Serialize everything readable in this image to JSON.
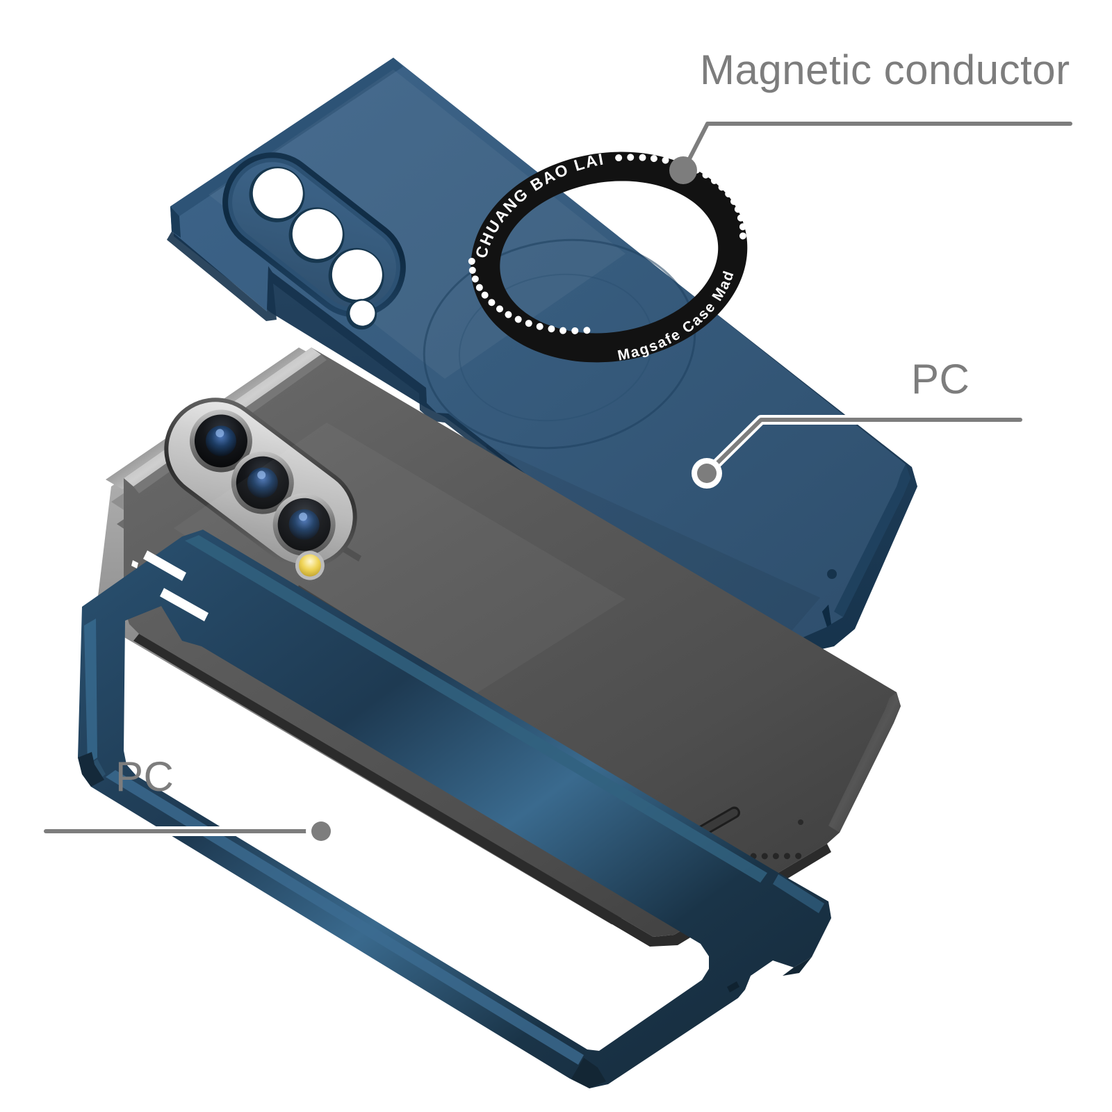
{
  "image": {
    "kind": "product-exploded-view",
    "subject": "Magnetic phone case for foldable phone",
    "background_color": "#ffffff"
  },
  "annotations": [
    {
      "id": "magnetic-conductor",
      "label": "Magnetic conductor",
      "text_color": "#7d7d7d",
      "leader_color": "#7d7d7d",
      "dot_color": "#7d7d7d",
      "target": "magsafe-ring"
    },
    {
      "id": "pc-right",
      "label": "PC",
      "text_color": "#7d7d7d",
      "leader_color": "#7d7d7d",
      "dot_color": "#7d7d7d",
      "target": "case-back-shell"
    },
    {
      "id": "pc-left",
      "label": "PC",
      "text_color": "#7d7d7d",
      "leader_color": "#7d7d7d",
      "dot_color": "#7d7d7d",
      "target": "front-frame"
    }
  ],
  "magsafe_ring": {
    "top_text": "CHUANG BAO LAI",
    "bottom_text": "Magsafe Case Made in China",
    "ring_color": "#121212",
    "text_color": "#ffffff",
    "dots_color": "#ffffff"
  },
  "parts": {
    "case_back": {
      "name": "Magnetic back case",
      "material": "PC",
      "color": "#375c7e",
      "edge_color": "#12324d",
      "camera_cutout_holes": 4
    },
    "front_frame": {
      "name": "Front bumper frame",
      "material": "PC",
      "color": "#1e3a52",
      "highlight_color": "#33607f"
    },
    "phone": {
      "name": "Foldable phone",
      "body_color": "#565656",
      "frame_color": "#8b8b8b",
      "camera_bar_color": "#c9c9c9",
      "lens_count": 3,
      "flash_color": "#e8c84a"
    }
  },
  "colors": {
    "case_blue": "#375c7e",
    "frame_navy": "#1e3a52",
    "phone_gray": "#565656",
    "annotation_gray": "#7d7d7d",
    "ring_black": "#121212",
    "white": "#ffffff"
  }
}
